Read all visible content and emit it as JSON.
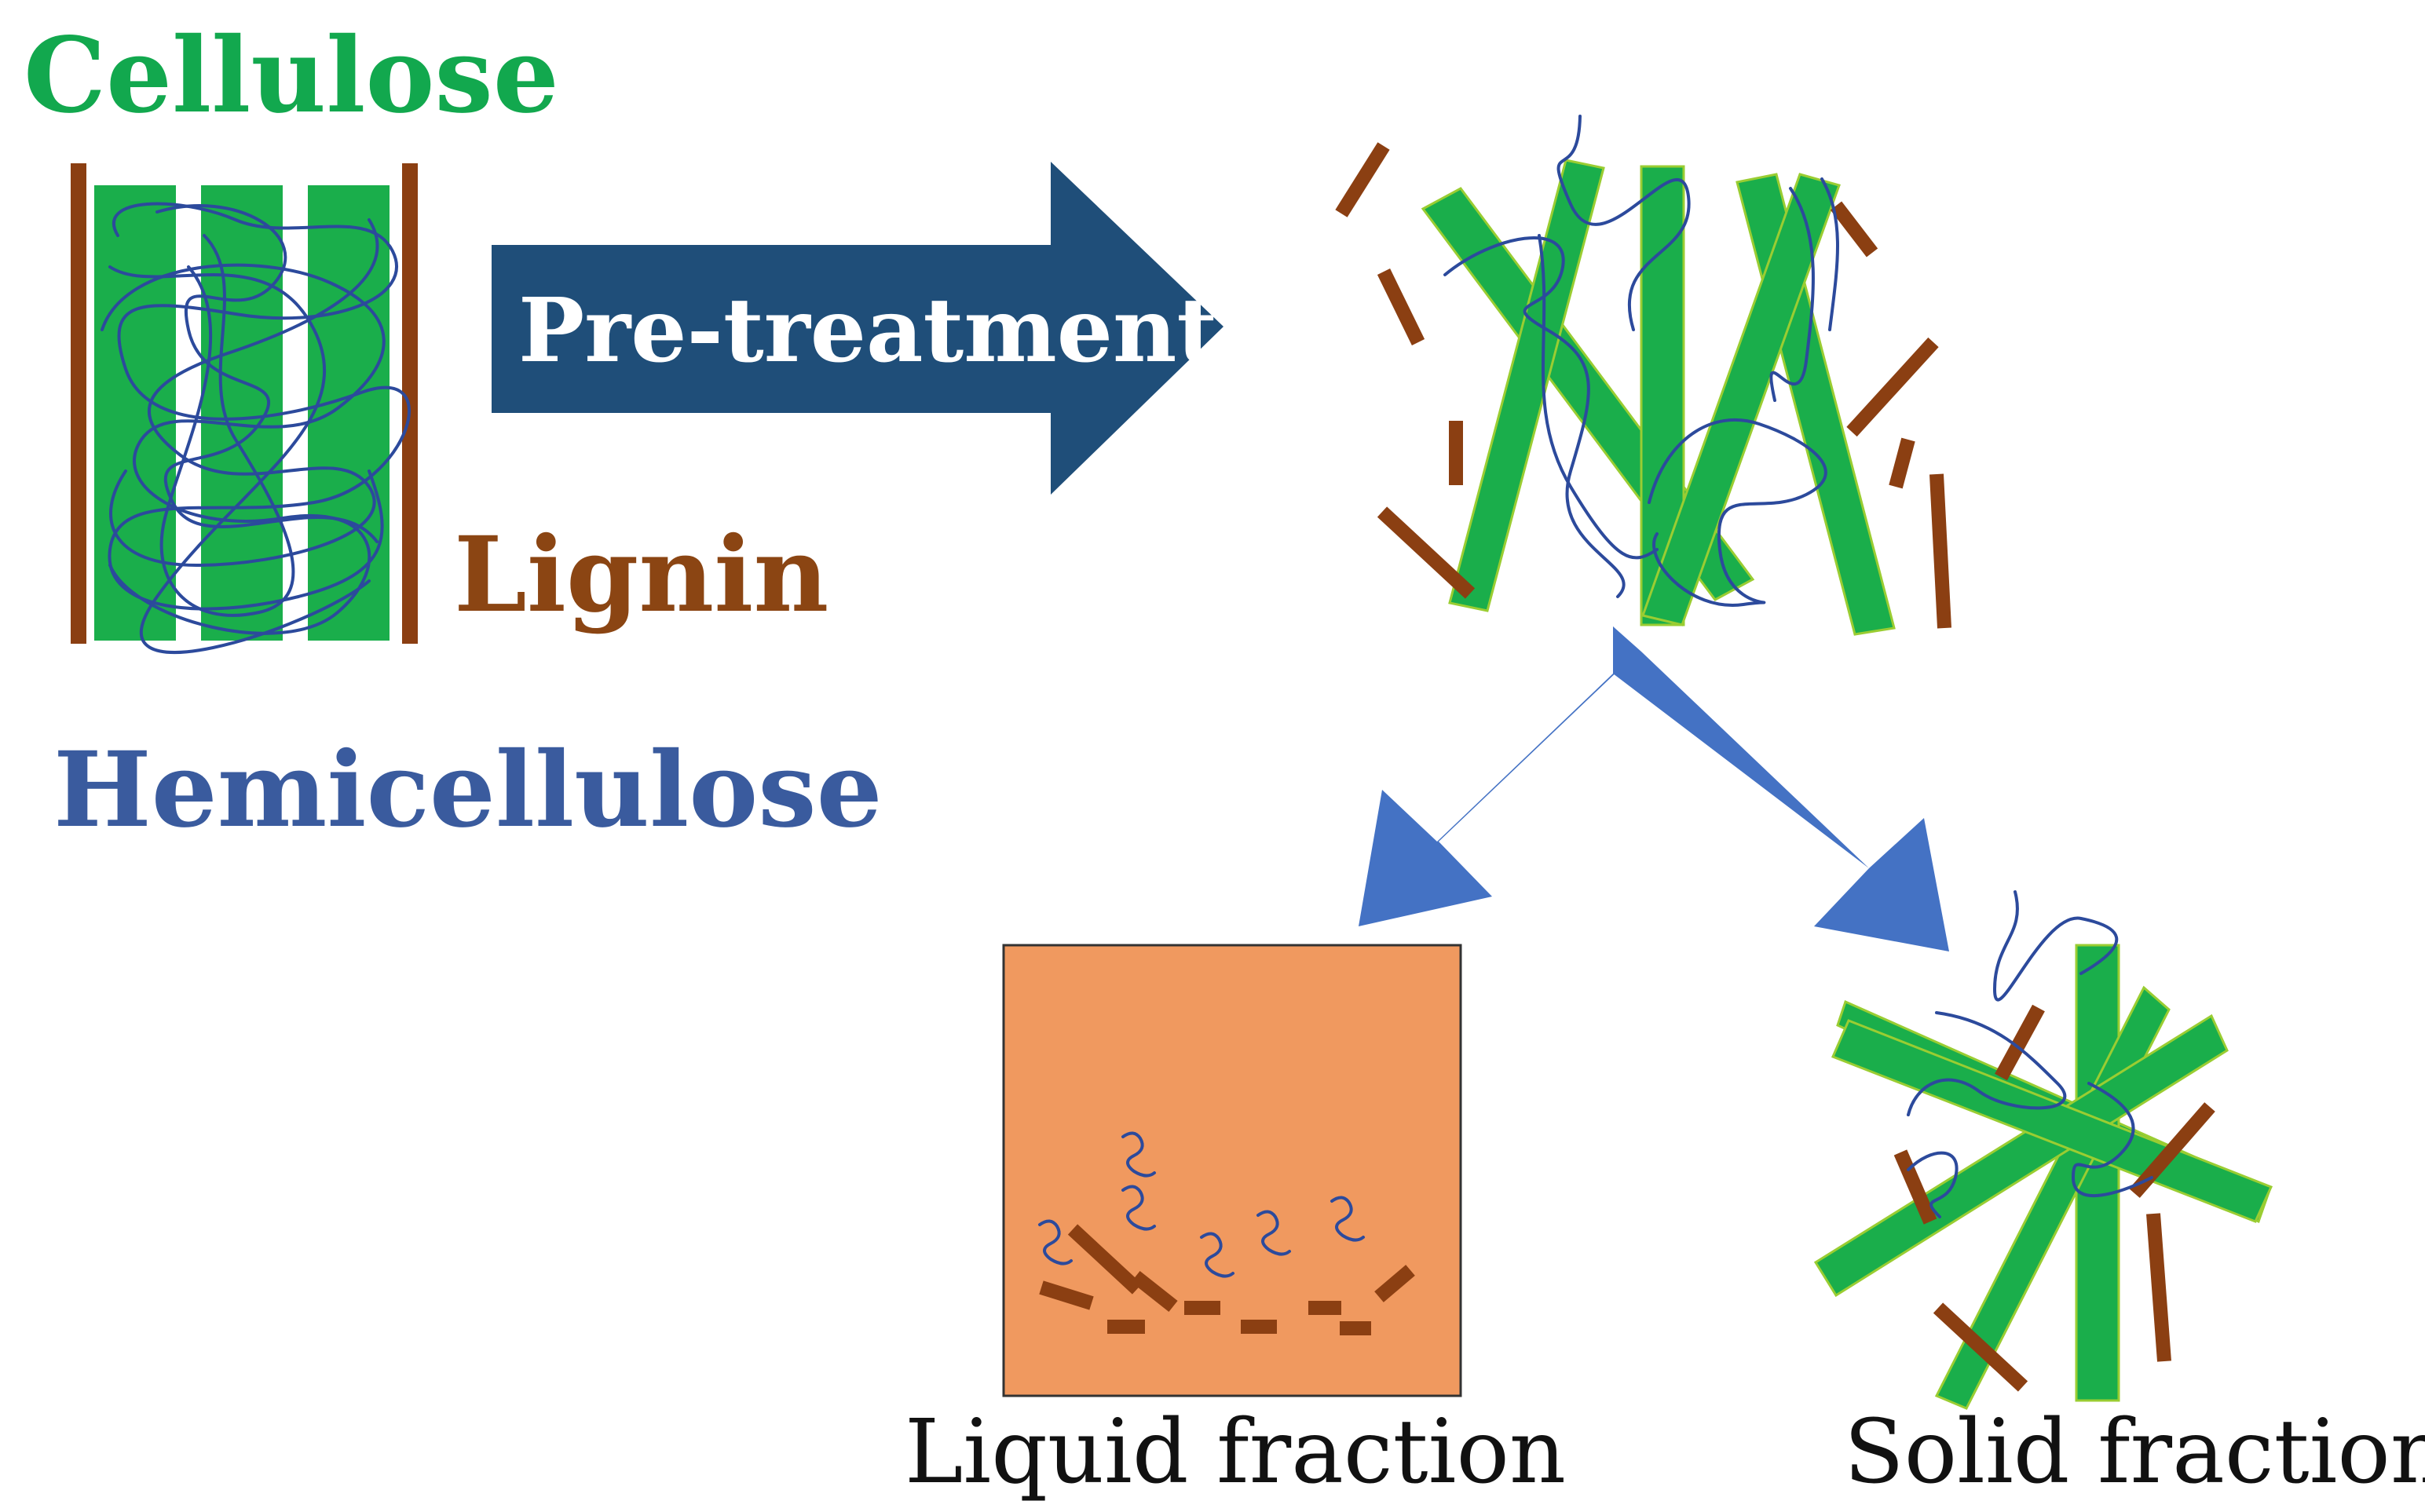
{
  "labels": {
    "cellulose": "Cellulose",
    "lignin": "Lignin",
    "hemicellulose": "Hemicellulose",
    "pretreatment": "Pre-treatment",
    "liquid": "Liquid fraction",
    "solid": "Solid fraction"
  },
  "colors": {
    "cellulose": "#1aae4b",
    "cellulose_edge": "#9acd32",
    "lignin": "#8b3f12",
    "hemicellulose": "#2c4a9c",
    "hemicellulose_label": "#3a5b9e",
    "cellulose_label": "#12a84e",
    "lignin_label": "#8b4513",
    "pretreatment_arrow": "#1f4e79",
    "split_arrow": "#4472c4",
    "liquid_fill": "#f0995f",
    "liquid_edge": "#333333"
  }
}
